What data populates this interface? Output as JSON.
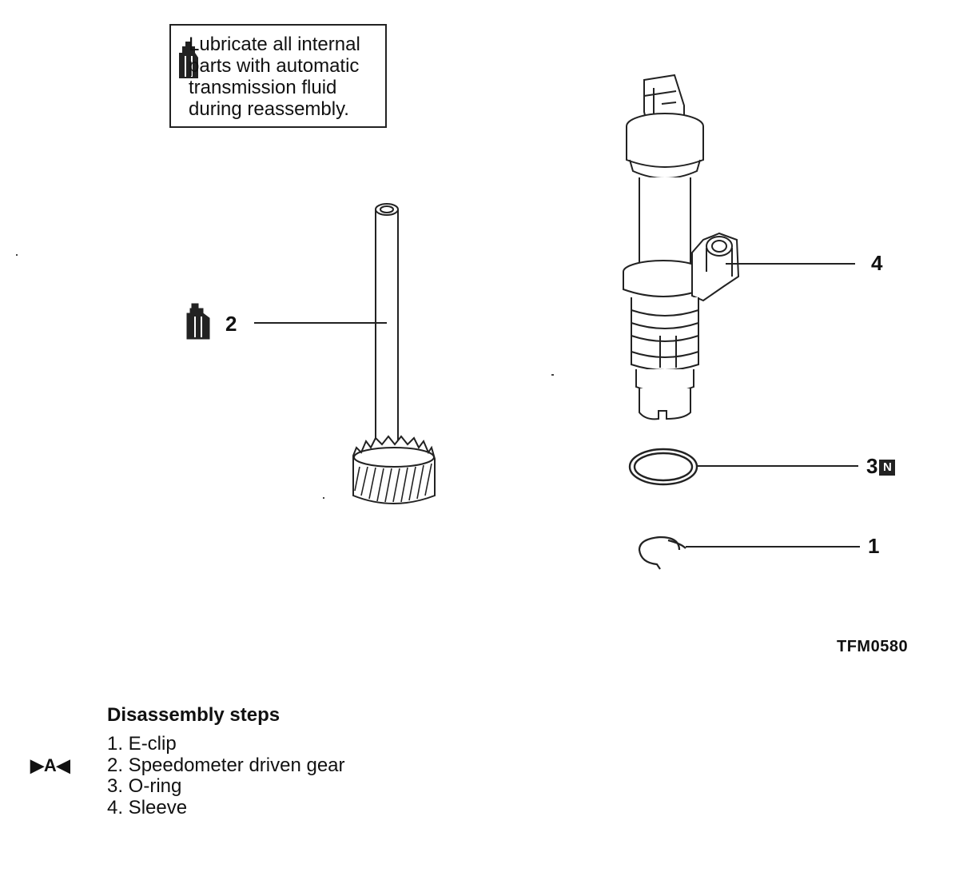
{
  "note": {
    "text": "Lubricate all internal\nparts with automatic\ntransmission fluid\nduring reassembly.",
    "icon": "oil-can-icon"
  },
  "callouts": {
    "sleeve": "4",
    "oring": "3",
    "oring_badge": "N",
    "eclip": "1",
    "gear": "2"
  },
  "figure_code": "TFM0580",
  "steps": {
    "title": "Disassembly steps",
    "items": [
      "1. E-clip",
      "2. Speedometer driven gear",
      "3. O-ring",
      "4. Sleeve"
    ],
    "marker": "▶A◀"
  }
}
